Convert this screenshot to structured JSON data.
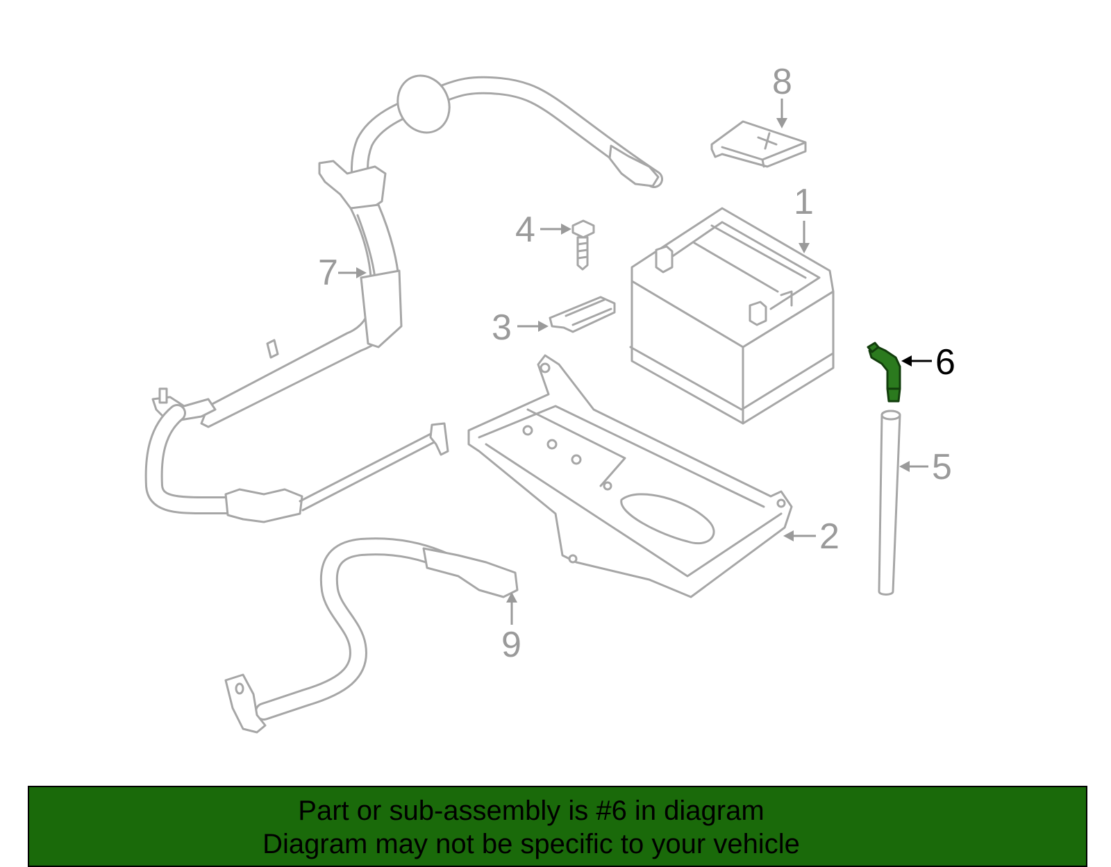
{
  "colors": {
    "line_art": "#a6a6a6",
    "callout_text": "#9a9a9a",
    "highlight_part": "#2b7a1e",
    "highlight_callout": "#000000",
    "banner_background": "#1a6a0a",
    "banner_text": "#000000"
  },
  "callouts": [
    {
      "id": "1",
      "label": "1",
      "part": "battery",
      "highlighted": false
    },
    {
      "id": "2",
      "label": "2",
      "part": "battery-tray",
      "highlighted": false
    },
    {
      "id": "3",
      "label": "3",
      "part": "hold-down-clamp",
      "highlighted": false
    },
    {
      "id": "4",
      "label": "4",
      "part": "bolt",
      "highlighted": false
    },
    {
      "id": "5",
      "label": "5",
      "part": "vent-hose",
      "highlighted": false
    },
    {
      "id": "6",
      "label": "6",
      "part": "vent-elbow",
      "highlighted": true
    },
    {
      "id": "7",
      "label": "7",
      "part": "positive-cable-harness",
      "highlighted": false
    },
    {
      "id": "8",
      "label": "8",
      "part": "terminal-cover",
      "highlighted": false
    },
    {
      "id": "9",
      "label": "9",
      "part": "negative-cable",
      "highlighted": false
    }
  ],
  "banner": {
    "line1": "Part or sub-assembly is #6 in diagram",
    "line2": "Diagram may not be specific to your vehicle"
  }
}
